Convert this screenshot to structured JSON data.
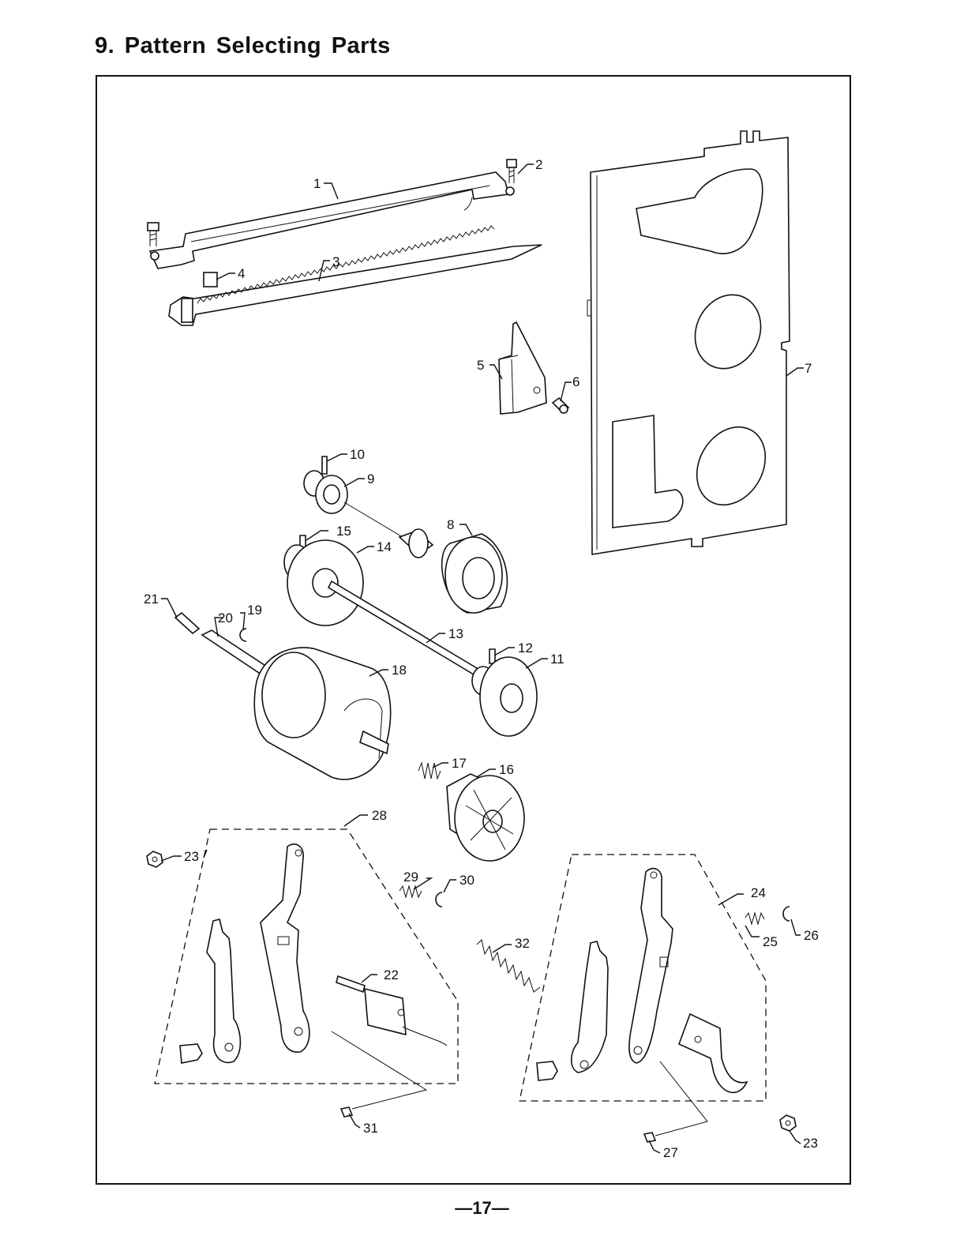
{
  "page": {
    "title": "9. Pattern Selecting Parts",
    "page_number": "—17—"
  },
  "callouts": [
    "1",
    "2",
    "3",
    "4",
    "5",
    "6",
    "7",
    "8",
    "9",
    "10",
    "11",
    "12",
    "13",
    "14",
    "15",
    "16",
    "17",
    "18",
    "19",
    "20",
    "21",
    "22",
    "23",
    "23",
    "24",
    "25",
    "26",
    "27",
    "28",
    "29",
    "30",
    "31",
    "32"
  ]
}
